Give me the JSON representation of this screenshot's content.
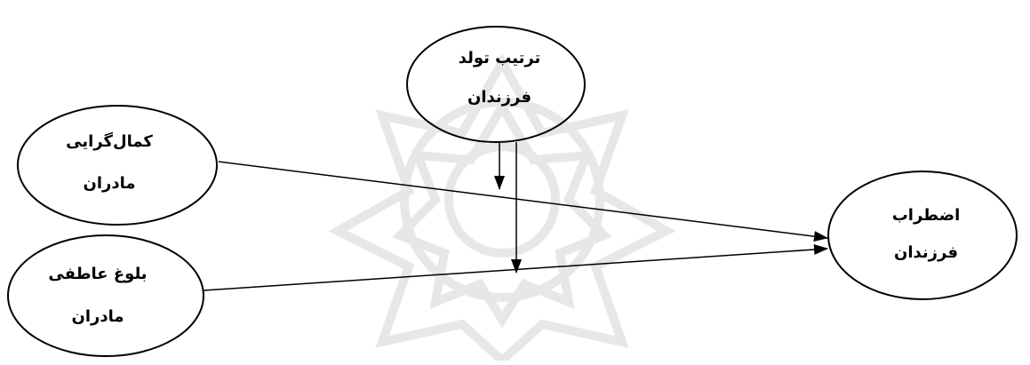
{
  "diagram": {
    "nodes": {
      "birth_order": {
        "line1": "ترتیب تولد",
        "line2": "فرزندان"
      },
      "perfectionism": {
        "line1": "کمال‌گرایی",
        "line2": "مادران"
      },
      "emotional_maturity": {
        "line1": "بلوغ عاطفی",
        "line2": "مادران"
      },
      "anxiety": {
        "line1": "اضطراب",
        "line2": "فرزندان"
      }
    },
    "edges": [
      {
        "from": "perfectionism",
        "to": "anxiety"
      },
      {
        "from": "emotional_maturity",
        "to": "anxiety"
      },
      {
        "from": "birth_order",
        "to": "perfectionism-anxiety path"
      },
      {
        "from": "birth_order",
        "to": "emotional_maturity-anxiety path"
      }
    ]
  }
}
